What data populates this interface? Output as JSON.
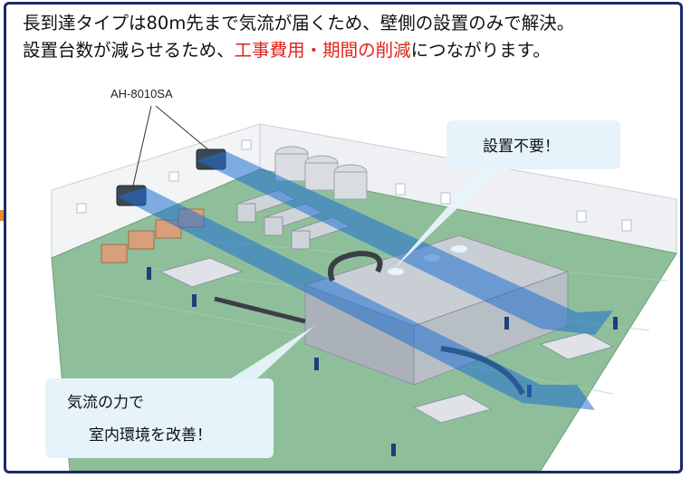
{
  "headline": {
    "line1": "長到達タイプは80m先まで気流が届くため、壁側の設置のみで解決。",
    "line2_prefix": "設置台数が減らせるため、",
    "line2_highlight": "工事費用・期間の削減",
    "line2_suffix": "につながります。"
  },
  "model_label": "AH-8010SA",
  "callouts": {
    "no_install": "設置不要！",
    "airflow_line1": "気流の力で",
    "airflow_line2": "室内環境を改善！"
  },
  "colors": {
    "frame": "#1b2a6b",
    "highlight": "#e1231c",
    "callout_bg": "#e6f3fb",
    "floor": "#8fbf9a",
    "airflow": "#1f6fd1"
  }
}
